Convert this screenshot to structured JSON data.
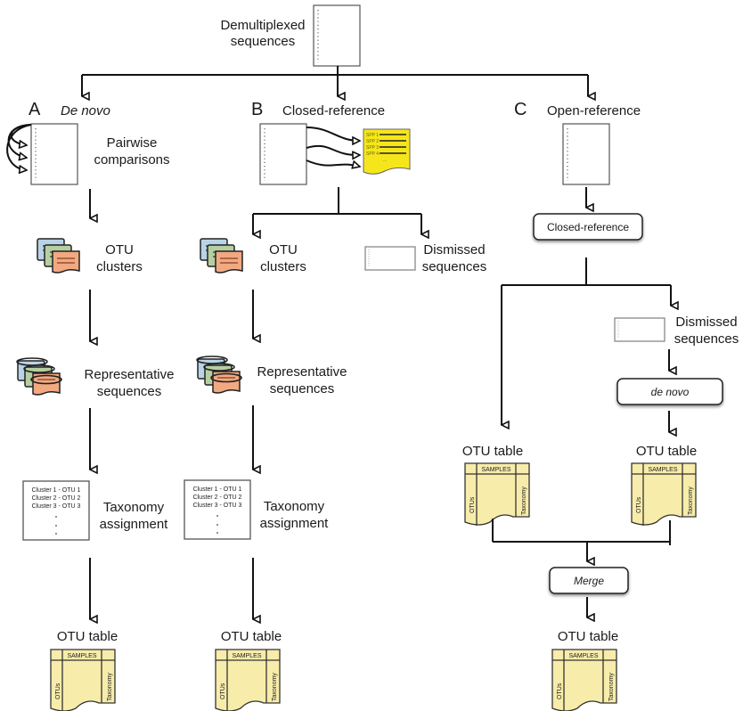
{
  "top": {
    "label_line1": "Demultiplexed",
    "label_line2": "sequences"
  },
  "panels": {
    "A": {
      "letter": "A",
      "title": "De novo",
      "pairwise_line1": "Pairwise",
      "pairwise_line2": "comparisons",
      "otu_clusters_line1": "OTU",
      "otu_clusters_line2": "clusters",
      "rep_line1": "Representative",
      "rep_line2": "sequences",
      "tax_line1": "Taxonomy",
      "tax_line2": "assignment",
      "tax_rows": [
        "Cluster 1 - OTU 1",
        "Cluster 2 - OTU 2",
        "Cluster 3 - OTU 3"
      ],
      "otu_table_label": "OTU  table"
    },
    "B": {
      "letter": "B",
      "title": "Closed-reference",
      "ref_entries": [
        "SPP 1",
        "SPP 2",
        "SPP 3",
        "SPP 4",
        "..."
      ],
      "otu_clusters_line1": "OTU",
      "otu_clusters_line2": "clusters",
      "dismissed_line1": "Dismissed",
      "dismissed_line2": "sequences",
      "rep_line1": "Representative",
      "rep_line2": "sequences",
      "tax_line1": "Taxonomy",
      "tax_line2": "assignment",
      "tax_rows": [
        "Cluster 1 - OTU 1",
        "Cluster 2 - OTU 2",
        "Cluster 3 - OTU 3"
      ],
      "otu_table_label": "OTU  table"
    },
    "C": {
      "letter": "C",
      "title": "Open-reference",
      "closed_ref_box": "Closed-reference",
      "dismissed_line1": "Dismissed",
      "dismissed_line2": "sequences",
      "denovo_box": "de novo",
      "otu_table_left_label": "OTU  table",
      "otu_table_right_label": "OTU  table",
      "merge_box": "Merge",
      "otu_table_final_label": "OTU  table"
    }
  },
  "otu_table_icon": {
    "header": "SAMPLES",
    "left": "OTUs",
    "right": "Taxonomy"
  },
  "colors": {
    "reference_yellow": "#f5e61c",
    "table_yellow": "#f7ecaa",
    "cluster_blue": "#b9d3e6",
    "cluster_green": "#b6cfa0",
    "cluster_orange": "#f1a982"
  }
}
